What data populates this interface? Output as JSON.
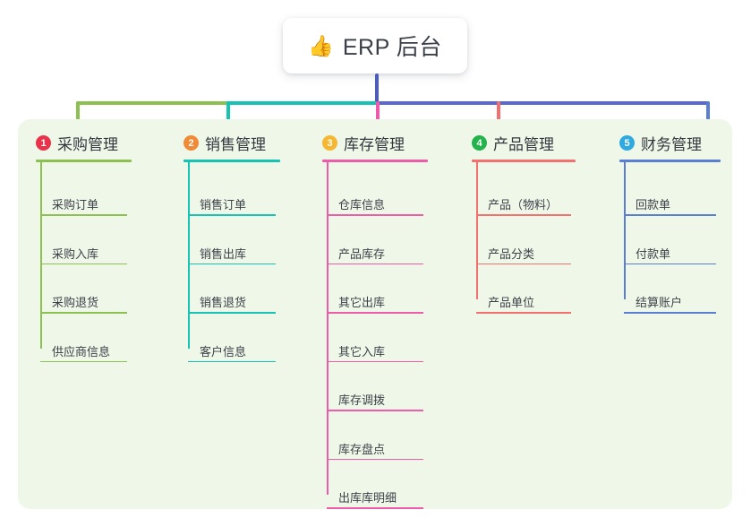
{
  "diagram": {
    "type": "org-chart",
    "root": {
      "icon": "thumbs-up-emoji",
      "glyph": "👍",
      "title": "ERP 后台"
    },
    "panel_color": "#eff7e9",
    "connector": {
      "stem_color": "#4a5bc4",
      "segments": [
        {
          "color": "#8cc152"
        },
        {
          "color": "#17c3b2"
        },
        {
          "color": "#5b68d0"
        }
      ]
    },
    "columns": [
      {
        "index": "1",
        "title": "采购管理",
        "badge_color": "#e8334a",
        "line_color": "#8cc152",
        "drop_color": "#8cc152",
        "items": [
          "采购订单",
          "采购入库",
          "采购退货",
          "供应商信息"
        ]
      },
      {
        "index": "2",
        "title": "销售管理",
        "badge_color": "#f08a36",
        "line_color": "#17c3b2",
        "drop_color": "#17c3b2",
        "items": [
          "销售订单",
          "销售出库",
          "销售退货",
          "客户信息"
        ]
      },
      {
        "index": "3",
        "title": "库存管理",
        "badge_color": "#f5b731",
        "line_color": "#ee5ba8",
        "drop_color": "#ee5ba8",
        "items": [
          "仓库信息",
          "产品库存",
          "其它出库",
          "其它入库",
          "库存调拨",
          "库存盘点",
          "出库库明细"
        ]
      },
      {
        "index": "4",
        "title": "产品管理",
        "badge_color": "#23b24b",
        "line_color": "#f2706e",
        "drop_color": "#f2706e",
        "items": [
          "产品（物料）",
          "产品分类",
          "产品单位"
        ]
      },
      {
        "index": "5",
        "title": "财务管理",
        "badge_color": "#2eaae0",
        "line_color": "#5b7fd0",
        "drop_color": "#5b7fd0",
        "items": [
          "回款单",
          "付款单",
          "结算账户"
        ]
      }
    ]
  }
}
